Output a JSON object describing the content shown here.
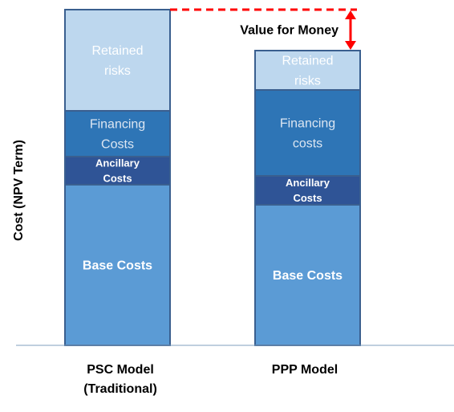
{
  "chart_data": {
    "type": "bar",
    "stacked": true,
    "ylabel": "Cost (NPV Term)",
    "categories": [
      "PSC Model\n(Traditional)",
      "PPP Model"
    ],
    "category_lines": [
      [
        "PSC Model",
        "(Traditional)"
      ],
      [
        "PPP Model"
      ]
    ],
    "series": [
      {
        "name": "Base Costs",
        "values": [
          200,
          175
        ],
        "color": "#5b9bd5",
        "text_color": "#ffffff",
        "bold": true
      },
      {
        "name": "Ancillary Costs",
        "values": [
          35,
          36
        ],
        "color": "#2f5496",
        "text_color": "#ffffff",
        "bold": true
      },
      {
        "name": "Financing Costs",
        "values": [
          57,
          107
        ],
        "color": "#2e75b6",
        "text_color": "#dce6f2",
        "bold": false
      },
      {
        "name": "Retained risks",
        "values": [
          126,
          49
        ],
        "color": "#bdd7ee",
        "text_color": "#ffffff",
        "bold": false
      }
    ],
    "segment_labels": [
      [
        [
          "Base Costs"
        ],
        [
          "Ancillary",
          "Costs"
        ],
        [
          "Financing",
          "Costs"
        ],
        [
          "Retained",
          "risks"
        ]
      ],
      [
        [
          "Base Costs"
        ],
        [
          "Ancillary",
          "Costs"
        ],
        [
          "Financing",
          "costs"
        ],
        [
          "Retained",
          "risks"
        ]
      ]
    ],
    "ylim": [
      0,
      430
    ],
    "annotation": {
      "text": "Value for Money",
      "line_color": "#ff0000"
    },
    "bar_border_color": "#3a5f8f",
    "axis_color": "#7f9fbf",
    "grid": false,
    "legend": "none"
  }
}
